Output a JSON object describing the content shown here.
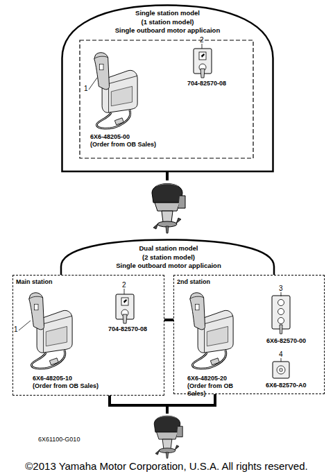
{
  "diagram": {
    "nodes": [
      {
        "text": [
          "Single station model",
          "(1 station model)",
          "Single outboard motor applicaion"
        ]
      },
      {
        "text": [
          "Dual station model",
          "(2 station model)",
          "Single outboard motor applicaion"
        ]
      },
      {
        "text": [
          "Main station"
        ],
        "in": 1
      },
      {
        "text": [
          "2nd station"
        ],
        "in": 1
      }
    ],
    "edges": [
      {
        "from": 2,
        "to": 3,
        "arrow": "none"
      }
    ],
    "labels": [
      "1",
      "2",
      "704-82570-08",
      "6X6-48205-00",
      "(Order from OB Sales)",
      "1",
      "2",
      "704-82570-08",
      "6X6-48205-10",
      "(Order from OB Sales)",
      "6X6-48205-20",
      "(Order from OB Sales)",
      "3",
      "6X6-82570-00",
      "4",
      "6X6-82570-A0",
      "6X61100-G010"
    ],
    "caption": "©2013 Yamaha Motor Corporation, U.S.A. All rights reserved."
  }
}
